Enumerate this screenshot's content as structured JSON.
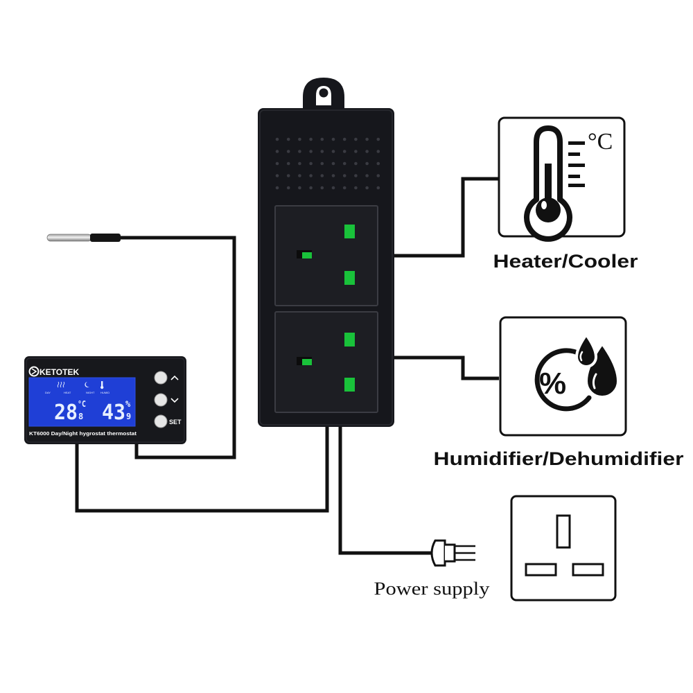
{
  "controller": {
    "brand": "KETOTEK",
    "model_text": "KT6000 Day/Night hygrostat thermostat",
    "temperature_value": "28",
    "temperature_decimal": "8",
    "temperature_unit": "°C",
    "humidity_value": "43",
    "humidity_decimal": "9",
    "humidity_unit": "%",
    "set_label": "SET",
    "lcd_labels": {
      "heat": "HEAT",
      "humid": "HUMID",
      "day": "DAY",
      "night": "NIGHT"
    }
  },
  "outputs": {
    "heater_label": "Heater/Cooler",
    "heater_unit": "°C",
    "humidifier_label": "Humidifier/Dehumidifier",
    "humidity_symbol": "%"
  },
  "power": {
    "label": "Power supply"
  },
  "colors": {
    "wire": "#111111",
    "body": "#16171c",
    "socket_face": "#1d1e23",
    "pin_green": "#19c23a",
    "lcd_blue": "#1f3fd6",
    "lcd_text": "#e8f0ff"
  }
}
